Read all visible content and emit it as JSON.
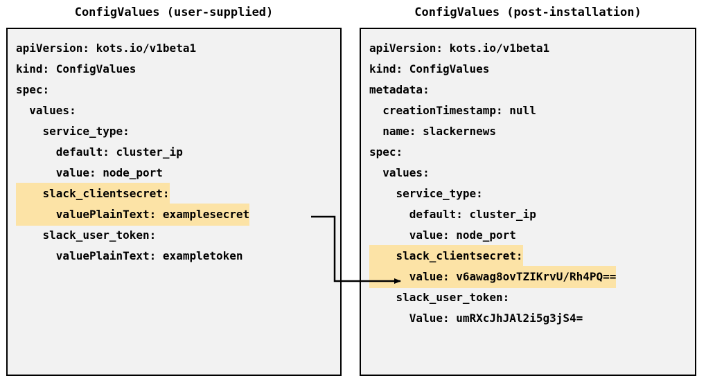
{
  "panels": [
    {
      "id": "user-supplied",
      "title": "ConfigValues (user-supplied)",
      "lines": [
        {
          "text": "apiVersion: kots.io/v1beta1",
          "highlight": false
        },
        {
          "text": "kind: ConfigValues",
          "highlight": false
        },
        {
          "text": "spec:",
          "highlight": false
        },
        {
          "text": "  values:",
          "highlight": false
        },
        {
          "text": "    service_type:",
          "highlight": false
        },
        {
          "text": "      default: cluster_ip",
          "highlight": false
        },
        {
          "text": "      value: node_port",
          "highlight": false
        },
        {
          "text": "    slack_clientsecret:",
          "highlight": true
        },
        {
          "text": "      valuePlainText: examplesecret",
          "highlight": true
        },
        {
          "text": "    slack_user_token:",
          "highlight": false
        },
        {
          "text": "      valuePlainText: exampletoken",
          "highlight": false
        }
      ]
    },
    {
      "id": "post-installation",
      "title": "ConfigValues (post-installation)",
      "lines": [
        {
          "text": "apiVersion: kots.io/v1beta1",
          "highlight": false
        },
        {
          "text": "kind: ConfigValues",
          "highlight": false
        },
        {
          "text": "metadata:",
          "highlight": false
        },
        {
          "text": "  creationTimestamp: null",
          "highlight": false
        },
        {
          "text": "  name: slackernews",
          "highlight": false
        },
        {
          "text": "spec:",
          "highlight": false
        },
        {
          "text": "  values:",
          "highlight": false
        },
        {
          "text": "    service_type:",
          "highlight": false
        },
        {
          "text": "      default: cluster_ip",
          "highlight": false
        },
        {
          "text": "      value: node_port",
          "highlight": false
        },
        {
          "text": "    slack_clientsecret:",
          "highlight": true
        },
        {
          "text": "      value: v6awag8ovTZIKrvU/Rh4PQ==",
          "highlight": true
        },
        {
          "text": "    slack_user_token:",
          "highlight": false
        },
        {
          "text": "      Value: umRXcJhJAl2i5g3jS4=",
          "highlight": false
        }
      ]
    }
  ],
  "connector": {
    "label": "secret-encryption-arrow",
    "from": "valuePlainText: examplesecret",
    "to": "value: v6awag8ovTZIKrvU/Rh4PQ=="
  },
  "colors": {
    "highlight": "#fce3a6",
    "panel_background": "#f2f2f2",
    "border": "#000000",
    "text": "#000000",
    "page_background": "#ffffff"
  }
}
